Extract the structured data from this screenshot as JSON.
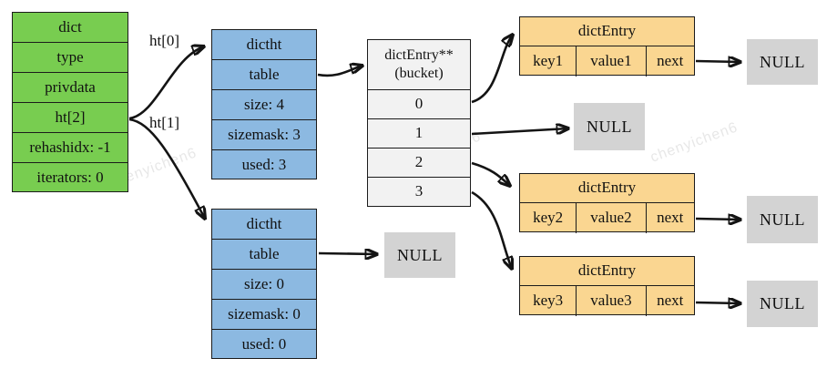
{
  "dict": {
    "rows": [
      "dict",
      "type",
      "privdata",
      "ht[2]",
      "rehashidx: -1",
      "iterators: 0"
    ]
  },
  "edge_labels": {
    "ht0": "ht[0]",
    "ht1": "ht[1]"
  },
  "hashtables": {
    "ht0": {
      "rows": [
        "dictht",
        "table",
        "size: 4",
        "sizemask: 3",
        "used: 3"
      ]
    },
    "ht1": {
      "rows": [
        "dictht",
        "table",
        "size: 0",
        "sizemask: 0",
        "used: 0"
      ]
    }
  },
  "bucket": {
    "header": [
      "dictEntry**",
      "(bucket)"
    ],
    "slots": [
      "0",
      "1",
      "2",
      "3"
    ]
  },
  "entries": [
    {
      "title": "dictEntry",
      "key": "key1",
      "value": "value1",
      "next": "next"
    },
    {
      "title": "dictEntry",
      "key": "key2",
      "value": "value2",
      "next": "next"
    },
    {
      "title": "dictEntry",
      "key": "key3",
      "value": "value3",
      "next": "next"
    }
  ],
  "null_label": "NULL",
  "watermark": "chenyichen6",
  "colors": {
    "dict_green": "#78CD50",
    "dictht_blue": "#8CB9E1",
    "entry_orange": "#FAD691",
    "bucket_gray": "#F2F2F2",
    "null_gray": "#D3D3D3",
    "line_black": "#141414"
  }
}
